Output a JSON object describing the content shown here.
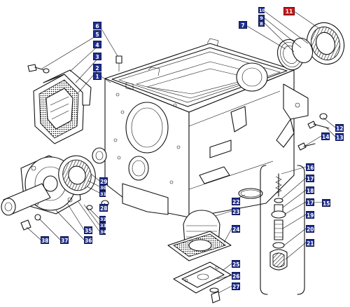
{
  "colors": {
    "callout": "#1f2f8f",
    "callout_highlight": "#c41a1a",
    "line": "#111111"
  },
  "callouts": [
    {
      "id": "c1",
      "label": "1"
    },
    {
      "id": "c2",
      "label": "2"
    },
    {
      "id": "c3",
      "label": "3"
    },
    {
      "id": "c4",
      "label": "4"
    },
    {
      "id": "c5",
      "label": "5"
    },
    {
      "id": "c6",
      "label": "6"
    },
    {
      "id": "c7",
      "label": "7"
    },
    {
      "id": "c8",
      "label": "8"
    },
    {
      "id": "c9",
      "label": "9"
    },
    {
      "id": "c10",
      "label": "10"
    },
    {
      "id": "c11",
      "label": "11",
      "highlight": true
    },
    {
      "id": "c12",
      "label": "12"
    },
    {
      "id": "c13",
      "label": "13"
    },
    {
      "id": "c14",
      "label": "14"
    },
    {
      "id": "c15",
      "label": "15"
    },
    {
      "id": "c16",
      "label": "16"
    },
    {
      "id": "c17a",
      "label": "17"
    },
    {
      "id": "c18",
      "label": "18"
    },
    {
      "id": "c17b",
      "label": "17"
    },
    {
      "id": "c19",
      "label": "19"
    },
    {
      "id": "c20",
      "label": "20"
    },
    {
      "id": "c21",
      "label": "21"
    },
    {
      "id": "c22",
      "label": "22"
    },
    {
      "id": "c23",
      "label": "23"
    },
    {
      "id": "c24",
      "label": "24"
    },
    {
      "id": "c25a",
      "label": "25"
    },
    {
      "id": "c26",
      "label": "26"
    },
    {
      "id": "c27",
      "label": "27"
    },
    {
      "id": "c28",
      "label": "28"
    },
    {
      "id": "c29",
      "label": "29"
    },
    {
      "id": "c30",
      "label": "30"
    },
    {
      "id": "c31",
      "label": "31"
    },
    {
      "id": "c32",
      "label": "32"
    },
    {
      "id": "c33",
      "label": "33"
    },
    {
      "id": "c34",
      "label": "34"
    },
    {
      "id": "c35",
      "label": "35"
    },
    {
      "id": "c36",
      "label": "36"
    },
    {
      "id": "c37",
      "label": "37"
    },
    {
      "id": "c38",
      "label": "38"
    },
    {
      "id": "c25b",
      "label": "25"
    }
  ]
}
